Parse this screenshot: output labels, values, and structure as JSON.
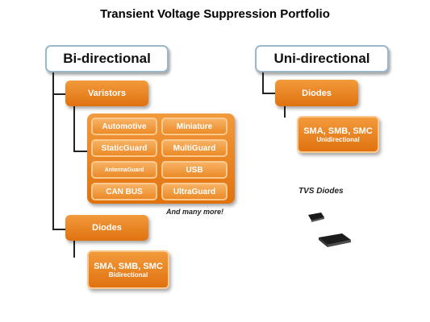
{
  "title": "Transient Voltage Suppression Portfolio",
  "bidirectional": {
    "header": "Bi-directional",
    "varistors": {
      "label": "Varistors",
      "items": [
        "Automotive",
        "Miniature",
        "StaticGuard",
        "MultiGuard",
        "AntennaGuard",
        "USB",
        "CAN BUS",
        "UltraGuard"
      ]
    },
    "and_more": "And many more!",
    "diodes": {
      "label": "Diodes",
      "types": "SMA, SMB, SMC",
      "subtitle": "Bidirectional"
    }
  },
  "unidirectional": {
    "header": "Uni-directional",
    "diodes": {
      "label": "Diodes",
      "types": "SMA, SMB, SMC",
      "subtitle": "Unidirectional"
    },
    "tvs_label": "TVS Diodes"
  },
  "colors": {
    "orange": "#e57b18",
    "header_border": "#9bb7cc"
  }
}
